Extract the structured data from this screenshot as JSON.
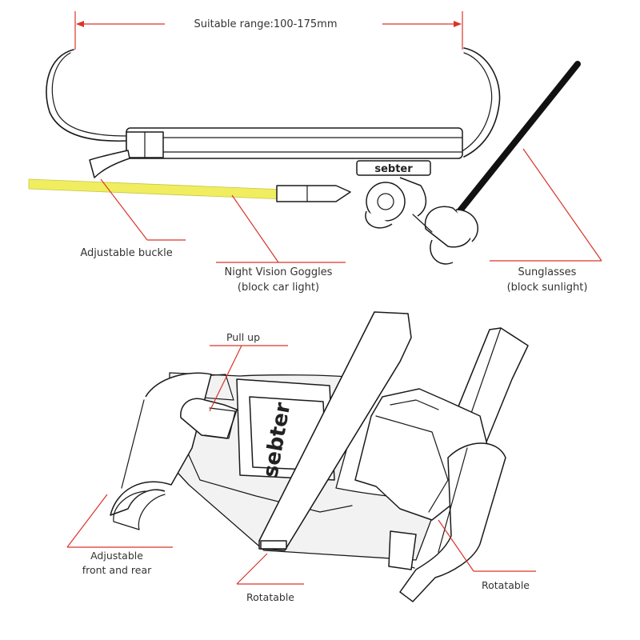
{
  "labels": {
    "range": "Suitable range:100-175mm",
    "brand_top": "sebter",
    "brand_bottom": "sebter",
    "adjustable_buckle": "Adjustable buckle",
    "nvg_line1": "Night Vision Goggles",
    "nvg_line2": "(block car light)",
    "sunglasses_line1": "Sunglasses",
    "sunglasses_line2": "(block sunlight)",
    "pull_up": "Pull up",
    "adjust_line1": "Adjustable",
    "adjust_line2": "front and rear",
    "rotatable_left": "Rotatable",
    "rotatable_right": "Rotatable"
  },
  "colors": {
    "callout": "#d9342b",
    "goggles_lens": "#f0ee60",
    "ink": "#1a1a1a"
  }
}
